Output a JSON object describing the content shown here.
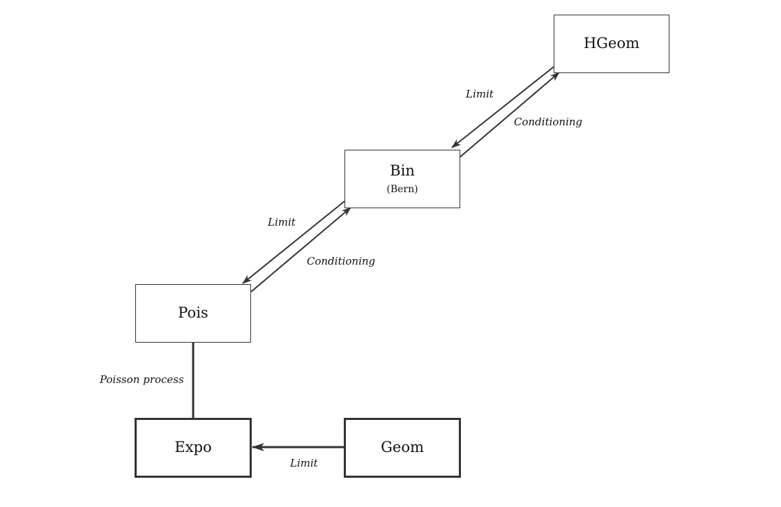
{
  "nodes": {
    "hgeom": {
      "title": "HGeom"
    },
    "bin": {
      "title": "Bin",
      "subtitle": "(Bern)"
    },
    "pois": {
      "title": "Pois"
    },
    "expo": {
      "title": "Expo"
    },
    "geom": {
      "title": "Geom"
    }
  },
  "edges": {
    "hgeom_to_bin": {
      "label": "Limit"
    },
    "bin_to_hgeom": {
      "label": "Conditioning"
    },
    "bin_to_pois": {
      "label": "Limit"
    },
    "pois_to_bin": {
      "label": "Conditioning"
    },
    "pois_expo": {
      "label": "Poisson process"
    },
    "geom_to_expo": {
      "label": "Limit"
    }
  },
  "colors": {
    "line": "#333333",
    "text": "#111111",
    "background": "#ffffff"
  }
}
